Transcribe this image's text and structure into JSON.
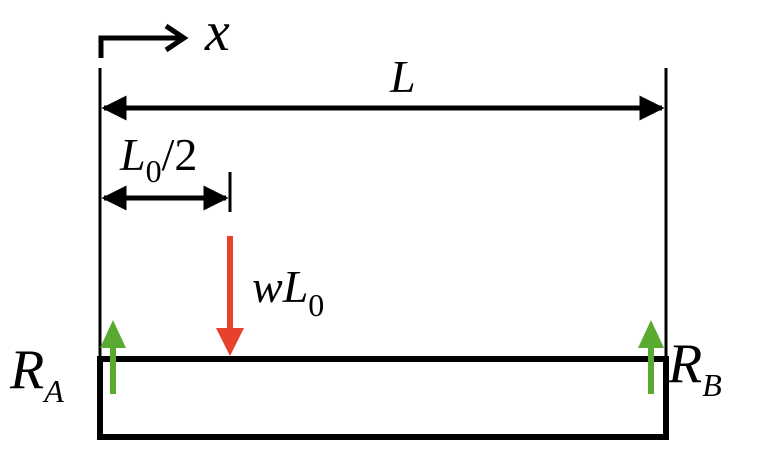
{
  "diagram": {
    "axis": {
      "label": "x"
    },
    "span": {
      "label": "L"
    },
    "offset": {
      "main": "L",
      "subscript": "0",
      "suffix": "/2"
    },
    "load": {
      "main": "w",
      "var": "L",
      "subscript": "0",
      "color": "#e8412c"
    },
    "reaction_a": {
      "main": "R",
      "subscript": "A",
      "color": "#5aaa32"
    },
    "reaction_b": {
      "main": "R",
      "subscript": "B",
      "color": "#5aaa32"
    },
    "line_color": "#000000"
  }
}
